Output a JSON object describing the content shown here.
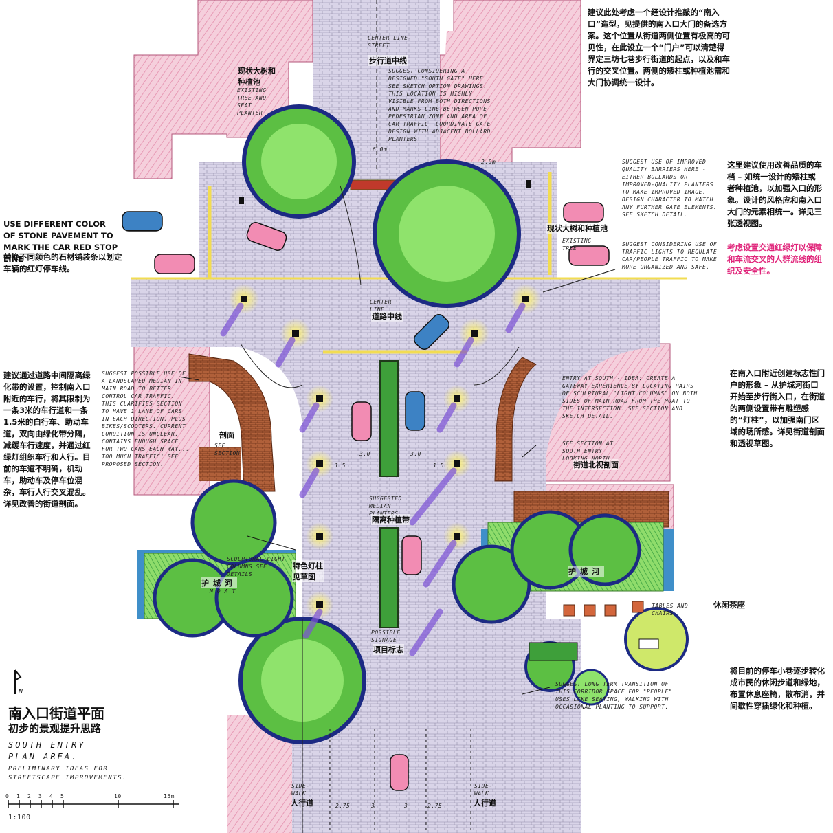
{
  "annotations": {
    "top_right_cn": "建议此处考虑一个经设计推敲的“南入口”造型，见提供的南入口大门的备选方案。这个位置从街道两侧位置有极高的可见性，在此设立一个“门户”可以清楚得界定三坊七巷步行街道的起点，以及和车行的交叉位置。两侧的矮柱或种植池需和大门协调统一设计。",
    "right_barriers_cn": "这里建议使用改善品质的车档 – 如统一设计的矮柱或者种植池，以加强入口的形象。设计的风格应和南入口大门的元素相统一。详见三张透视图。",
    "right_traffic_cn": "考虑设置交通红绿灯以保障和车流交叉的人群流线的组织及安全性。",
    "left_stone_en": "USE DIFFERENT COLOR OF STONE PAVEMENT TO MARK THE CAR RED STOP LINE",
    "left_stone_cn": "替换不同颜色的石材铺装条以划定车辆的红灯停车线。",
    "left_median_cn": "建议通过道路中间隔离绿化带的设置，控制南入口附近的车行，将其限制为一条3米的车行道和一条1.5米的自行车、助动车道，双向由绿化带分隔，减缓车行速度，并通过红绿灯组织车行和人行。目前的车道不明确，机动车，助动车及停车位混杂，车行人行交叉混乱。详见改善的街道剖面。",
    "right_gateway_cn": "在南入口附近创建标志性门户的形象 – 从护城河街口开始至步行街入口，在街道的两侧设置带有雕塑感的“灯柱”，以加强南门区域的场所感。详见街道剖面和透视草图。",
    "right_tea_cn": "休闲茶座",
    "right_parking_cn": "将目前的停车小巷逐步转化成市民的休闲步道和绿地，布置休息座椅，散布消，并间歇性穿插绿化和种植。"
  },
  "handnotes": {
    "center_line_street": "CENTER LINE-STREET",
    "south_gate": "SUGGEST CONSIDERING A DESIGNED \"SOUTH GATE\" HERE. SEE SKETCH OPTION DRAWINGS. THIS LOCATION IS HIGHLY VISIBLE FROM BOTH DIRECTIONS AND MARKS LINE BETWEEN PURE PEDESTRIAN ZONE AND AREA OF CAR TRAFFIC. COORDINATE GATE DESIGN WITH ADJACENT BOLLARD PLANTERS.",
    "existing_tree": "EXISTING TREE AND SEAT PLANTER",
    "barriers": "SUGGEST USE OF IMPROVED QUALITY BARRIERS HERE - EITHER BOLLARDS OR IMPROVED-QUALITY PLANTERS TO MAKE IMPROVED IMAGE. DESIGN CHARACTER TO MATCH ANY FURTHER GATE ELEMENTS. SEE SKETCH DETAIL.",
    "existing_tree_r": "EXISTING TREE",
    "traffic_lights": "SUGGEST CONSIDERING USE OF TRAFFIC LIGHTS TO REGULATE CAR/PEOPLE TRAFFIC TO MAKE MORE ORGANIZED AND SAFE.",
    "center_line": "CENTER LINE",
    "median": "SUGGEST POSSIBLE USE OF A LANDSCAPED MEDIAN IN MAIN ROAD TO BETTER CONTROL CAR TRAFFIC. THIS CLARIFIES SECTION TO HAVE 1 LANE OF CARS IN EACH DIRECTION, PLUS BIKES/SCOOTERS. CURRENT CONDITION IS UNCLEAR. CONTAINS ENOUGH SPACE FOR TWO CARS EACH WAY... TOO MUCH TRAFFIC! SEE PROPOSED SECTION.",
    "gateway": "ENTRY AT SOUTH - IDEA: CREATE A GATEWAY EXPERIENCE BY LOCATING PAIRS OF SCULPTURAL \"LIGHT COLUMNS\" ON BOTH SIDES OF MAIN ROAD FROM THE MOAT TO THE INTERSECTION. SEE SECTION AND SKETCH DETAIL.",
    "section_north": "SEE SECTION AT SOUTH ENTRY LOOKING NORTH.",
    "see_section": "SEE SECTION",
    "median_planters": "SUGGESTED MEDIAN PLANTERS",
    "sculptural": "SCULPTURAL LIGHT COLUMNS SEE DETAILS",
    "moat": "MOAT",
    "tables": "TABLES AND CHAIRS",
    "signage": "POSSIBLE SIGNAGE",
    "corridor": "SUGGEST LONG TERM TRANSITION OF THIS CORRIDOR SPACE FOR \"PEOPLE\" USES LIKE SEATING, WALKING WITH OCCASIONAL PLANTING TO SUPPORT.",
    "sidewalk": "SIDE-WALK"
  },
  "labels": {
    "walk_center_cn": "步行道中线",
    "existing_tree_cn": "现状大树和种植池",
    "existing_tree_r_cn": "现状大树和种植池",
    "road_center_cn": "道路中线",
    "section_cn": "剖面",
    "street_north_cn": "街道北视剖面",
    "median_cn": "隔离种植带",
    "light_col_cn": "特色灯柱见草图",
    "moat_left_cn": "护城河",
    "moat_right_cn": "护城河",
    "signage_cn": "项目标志",
    "sidewalk_left_cn": "人行道",
    "sidewalk_right_cn": "人行道",
    "dim_6m": "6.0m",
    "dim_20m": "2.0m",
    "dim_30a": "3.0",
    "dim_30b": "3.0",
    "dim_15a": "1.5",
    "dim_15b": "1.5",
    "dim_bottom": [
      "2.75",
      "3",
      "3",
      "2.75"
    ]
  },
  "title": {
    "cn_main": "南入口街道平面",
    "cn_sub": "初步的景观提升思路",
    "en_main": "SOUTH ENTRY PLAN AREA.",
    "en_sub": "PRELIMINARY IDEAS FOR STREETSCAPE IMPROVEMENTS.",
    "north": "N",
    "scale_ticks": [
      "0",
      "1",
      "2",
      "3",
      "4",
      "5",
      "10",
      "15m"
    ],
    "scale_ratio": "1:100"
  },
  "colors": {
    "building_pink": "#f3c7d6",
    "paving": "#d8d3e6",
    "tree_green": "#4caf3c",
    "water_blue": "#3f8fc9",
    "accent_magenta": "#e0247a",
    "brick": "#a8552f",
    "curb_yellow": "#f2dc52"
  }
}
